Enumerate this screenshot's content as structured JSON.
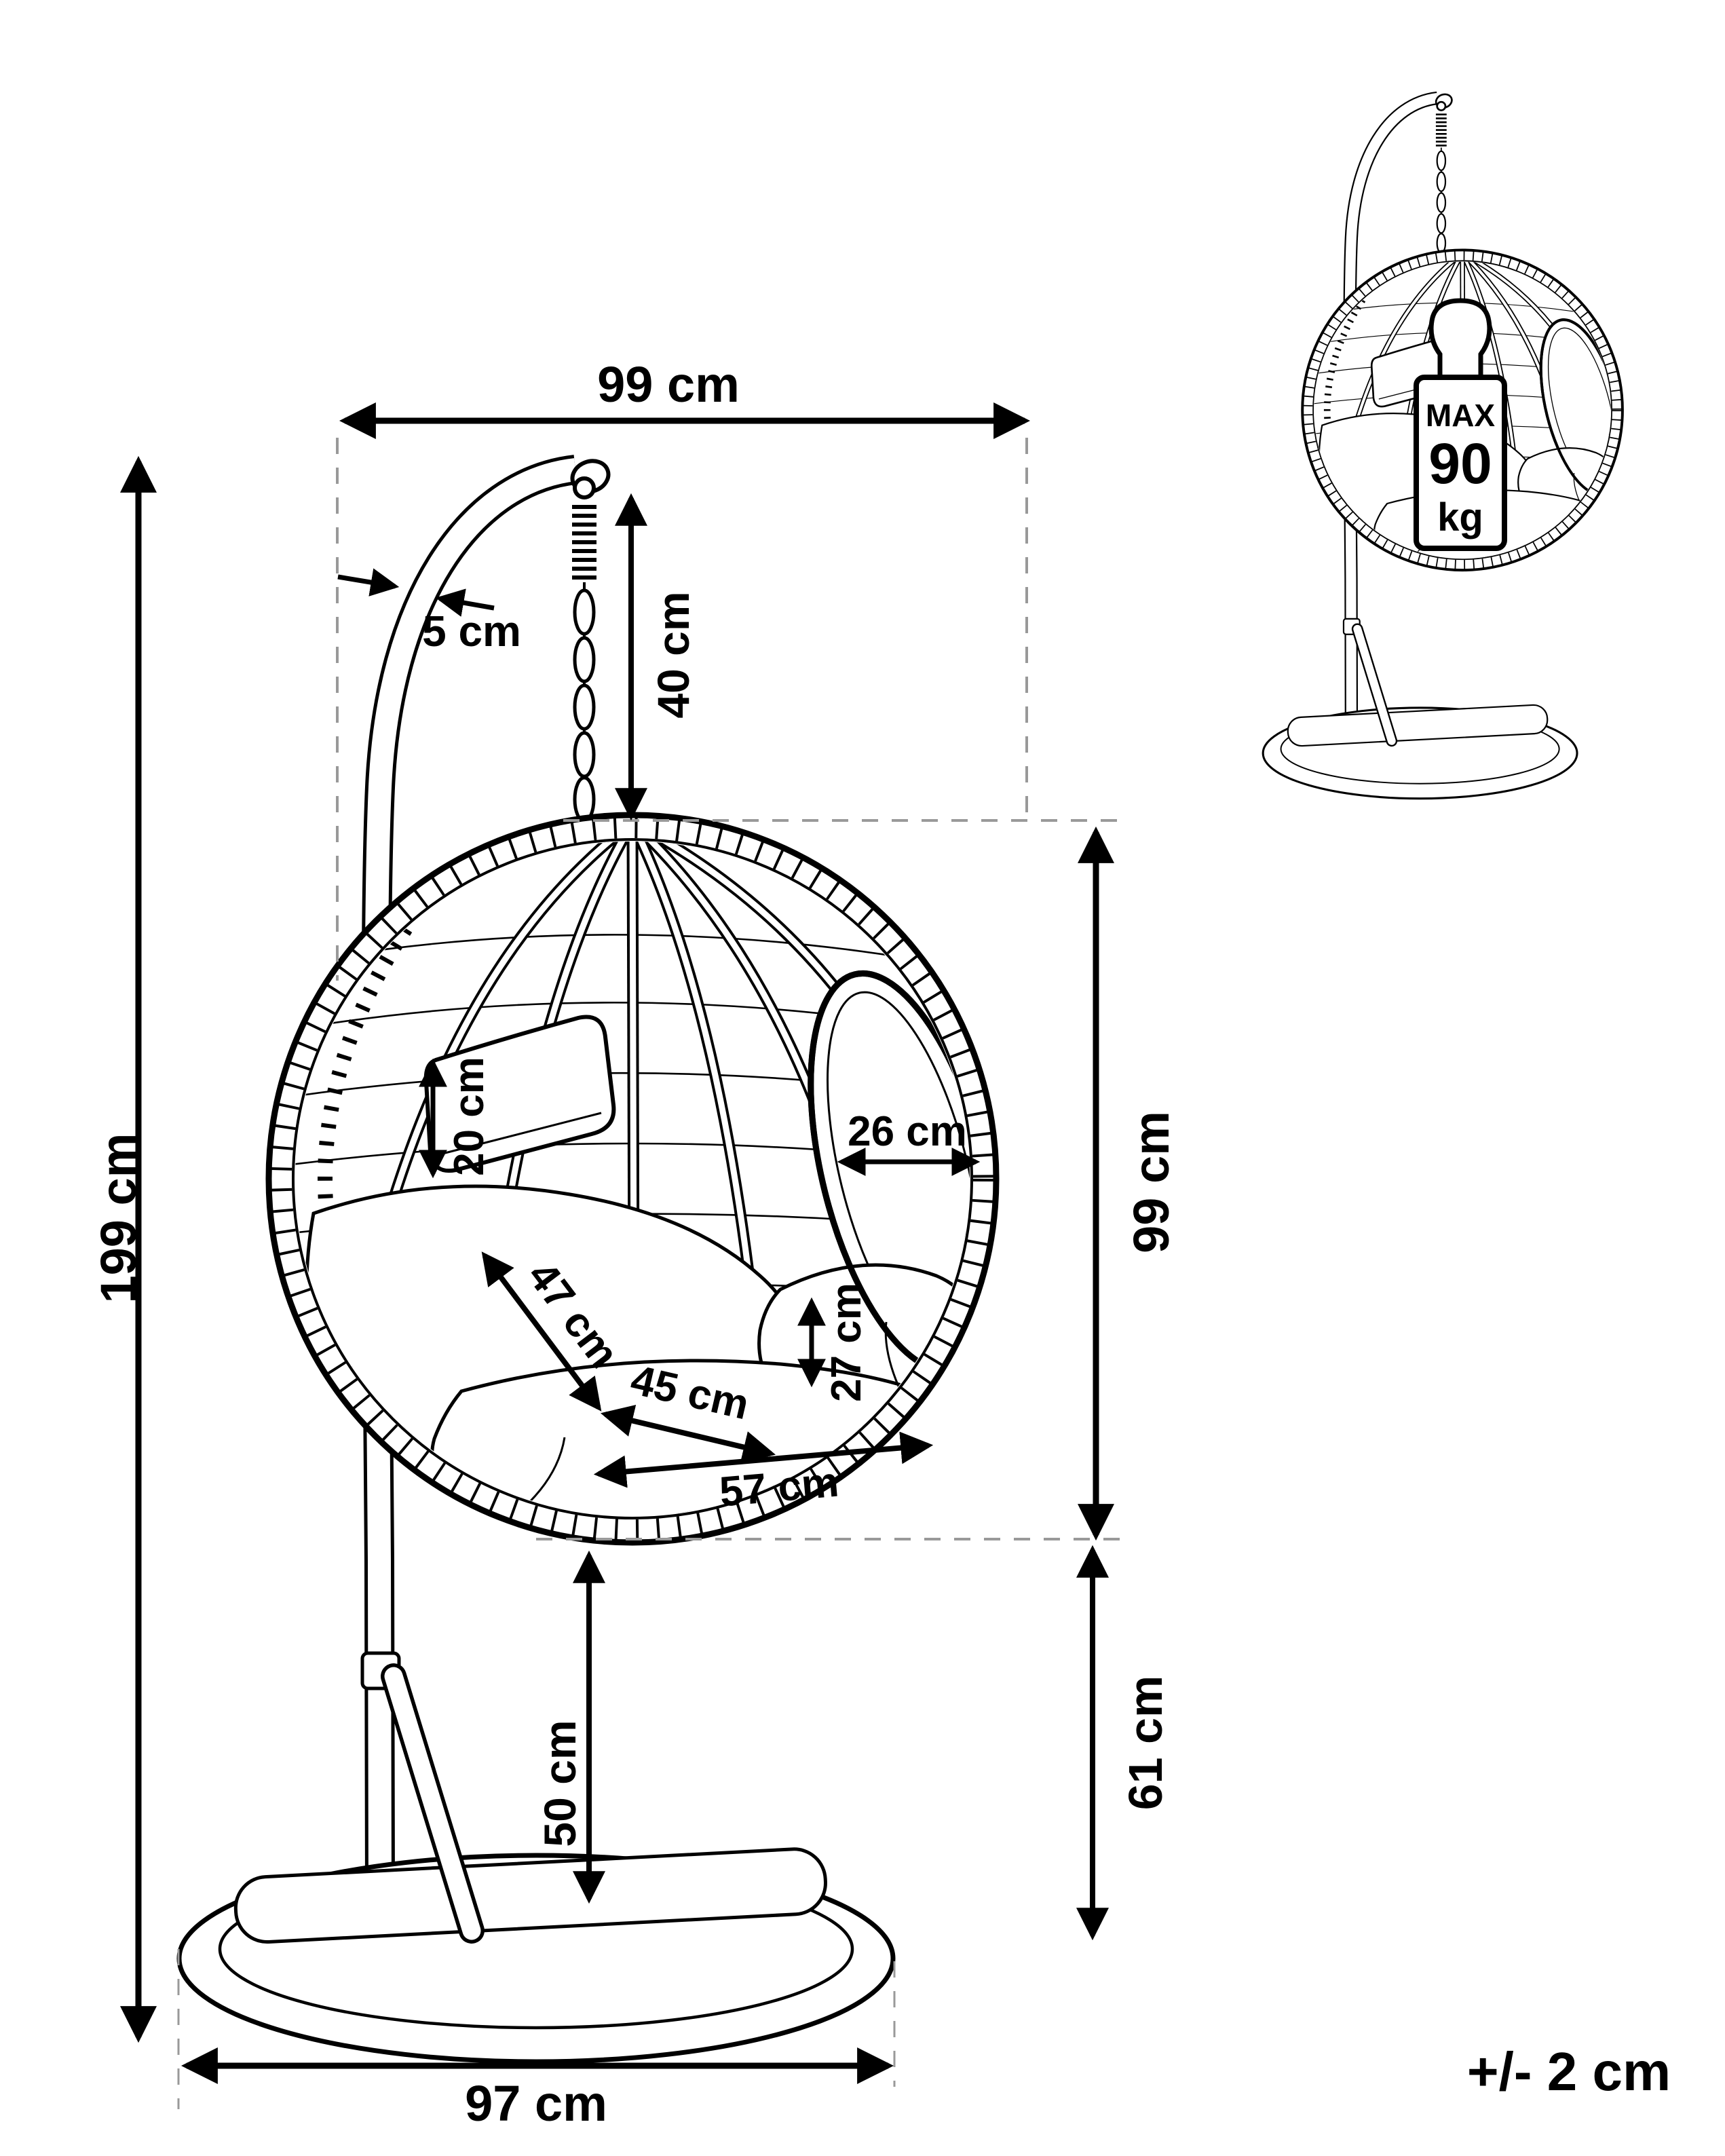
{
  "figure": {
    "tolerance": "+/- 2 cm",
    "badge": {
      "line1": "MAX",
      "line2": "90",
      "line3": "kg"
    },
    "dims": {
      "overall_width": "99 cm",
      "overall_height": "199 cm",
      "tube_thickness": "5 cm",
      "hanger_drop": "40 cm",
      "pillow_height": "20 cm",
      "opening_depth": "26 cm",
      "basket_height": "99 cm",
      "seat_diagonal": "47 cm",
      "cushion_rise": "27 cm",
      "seat_width": "45 cm",
      "inner_width": "57 cm",
      "under_clearance": "50 cm",
      "stand_clearance": "61 cm",
      "base_width": "97 cm"
    }
  }
}
